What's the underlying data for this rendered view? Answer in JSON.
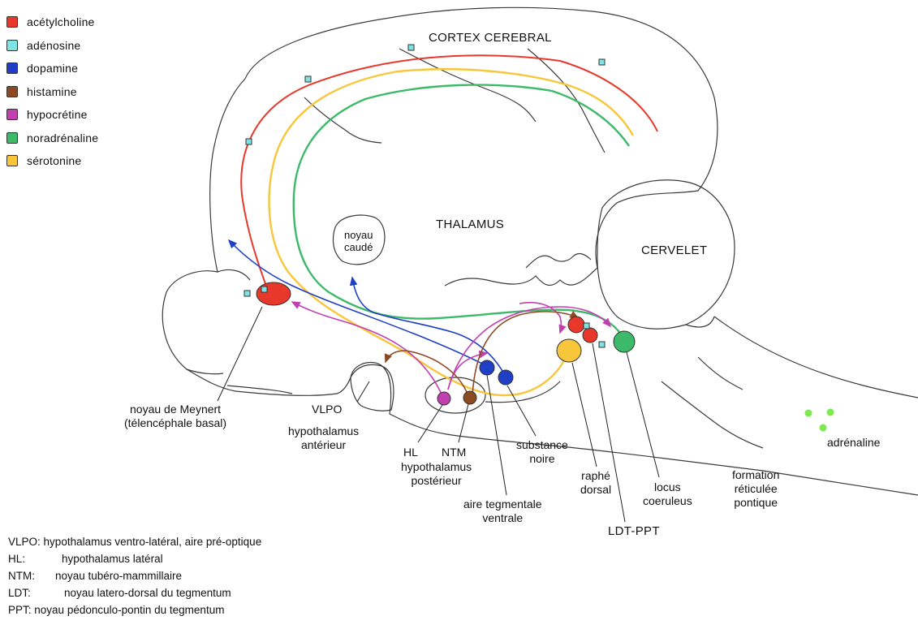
{
  "legend": [
    {
      "label": "acétylcholine",
      "color": "#e8372b"
    },
    {
      "label": "adénosine",
      "color": "#7fe3e6"
    },
    {
      "label": "dopamine",
      "color": "#1f3fc7"
    },
    {
      "label": "histamine",
      "color": "#8b4a22"
    },
    {
      "label": "hypocrétine",
      "color": "#c23fb0"
    },
    {
      "label": "noradrénaline",
      "color": "#3dba69"
    },
    {
      "label": "sérotonine",
      "color": "#f7c63b"
    }
  ],
  "regions": {
    "cortex": "CORTEX CEREBRAL",
    "thalamus": "THALAMUS",
    "cervelet": "CERVELET",
    "caude_1": "noyau",
    "caude_2": "caudé"
  },
  "labels": {
    "meynert_1": "noyau de Meynert",
    "meynert_2": "(télencéphale basal)",
    "vlpo": "VLPO",
    "hypo_ant_1": "hypothalamus",
    "hypo_ant_2": "antérieur",
    "hl": "HL",
    "ntm": "NTM",
    "hypo_post_1": "hypothalamus",
    "hypo_post_2": "postérieur",
    "substance_1": "substance",
    "substance_2": "noire",
    "atv_1": "aire tegmentale",
    "atv_2": "ventrale",
    "raphe_1": "raphé",
    "raphe_2": "dorsal",
    "ldt": "LDT-PPT",
    "locus_1": "locus",
    "locus_2": "coeruleus",
    "form_1": "formation",
    "form_2": "réticulée",
    "form_3": "pontique",
    "adrenaline": "adrénaline"
  },
  "abbreviations": [
    {
      "key": "VLPO:",
      "text": "hypothalamus ventro-latéral, aire pré-optique"
    },
    {
      "key": "HL:",
      "text": "hypothalamus latéral"
    },
    {
      "key": "NTM:",
      "text": "noyau tubéro-mammillaire"
    },
    {
      "key": "LDT:",
      "text": "noyau latero-dorsal du tegmentum"
    },
    {
      "key": "PPT:",
      "text": "noyau pédonculo-pontin du tegmentum"
    }
  ],
  "colors": {
    "outline": "#3a3a3a",
    "adrenaline_dot": "#7ee84f"
  }
}
